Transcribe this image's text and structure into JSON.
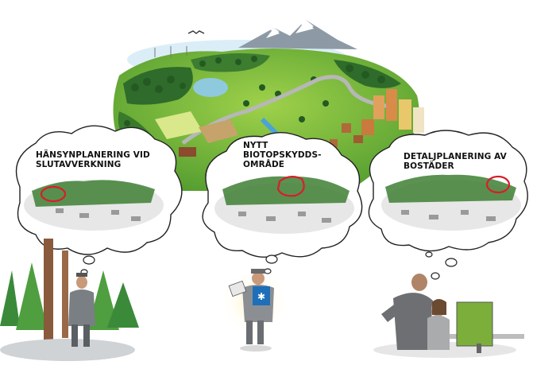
{
  "clouds": [
    {
      "id": "retention",
      "label": "HÄNSYNPLANERING VID\nSLUTAVVERKNING"
    },
    {
      "id": "biotope",
      "label": "NYTT\nBIOTOPSKYDDS-\nOMRÅDE"
    },
    {
      "id": "housing",
      "label": "DETALJPLANERING AV\nBOSTÄDER"
    }
  ],
  "colors": {
    "highlight_ring": "#d81e2a",
    "forest_dark": "#2f6b2a",
    "grass": "#8cc63f",
    "water": "#4aa3d8",
    "monitor": "#7cae3c"
  },
  "icons": [
    "forester-figure",
    "surveyor-figure",
    "planners-at-computer",
    "landscape-illustration"
  ]
}
